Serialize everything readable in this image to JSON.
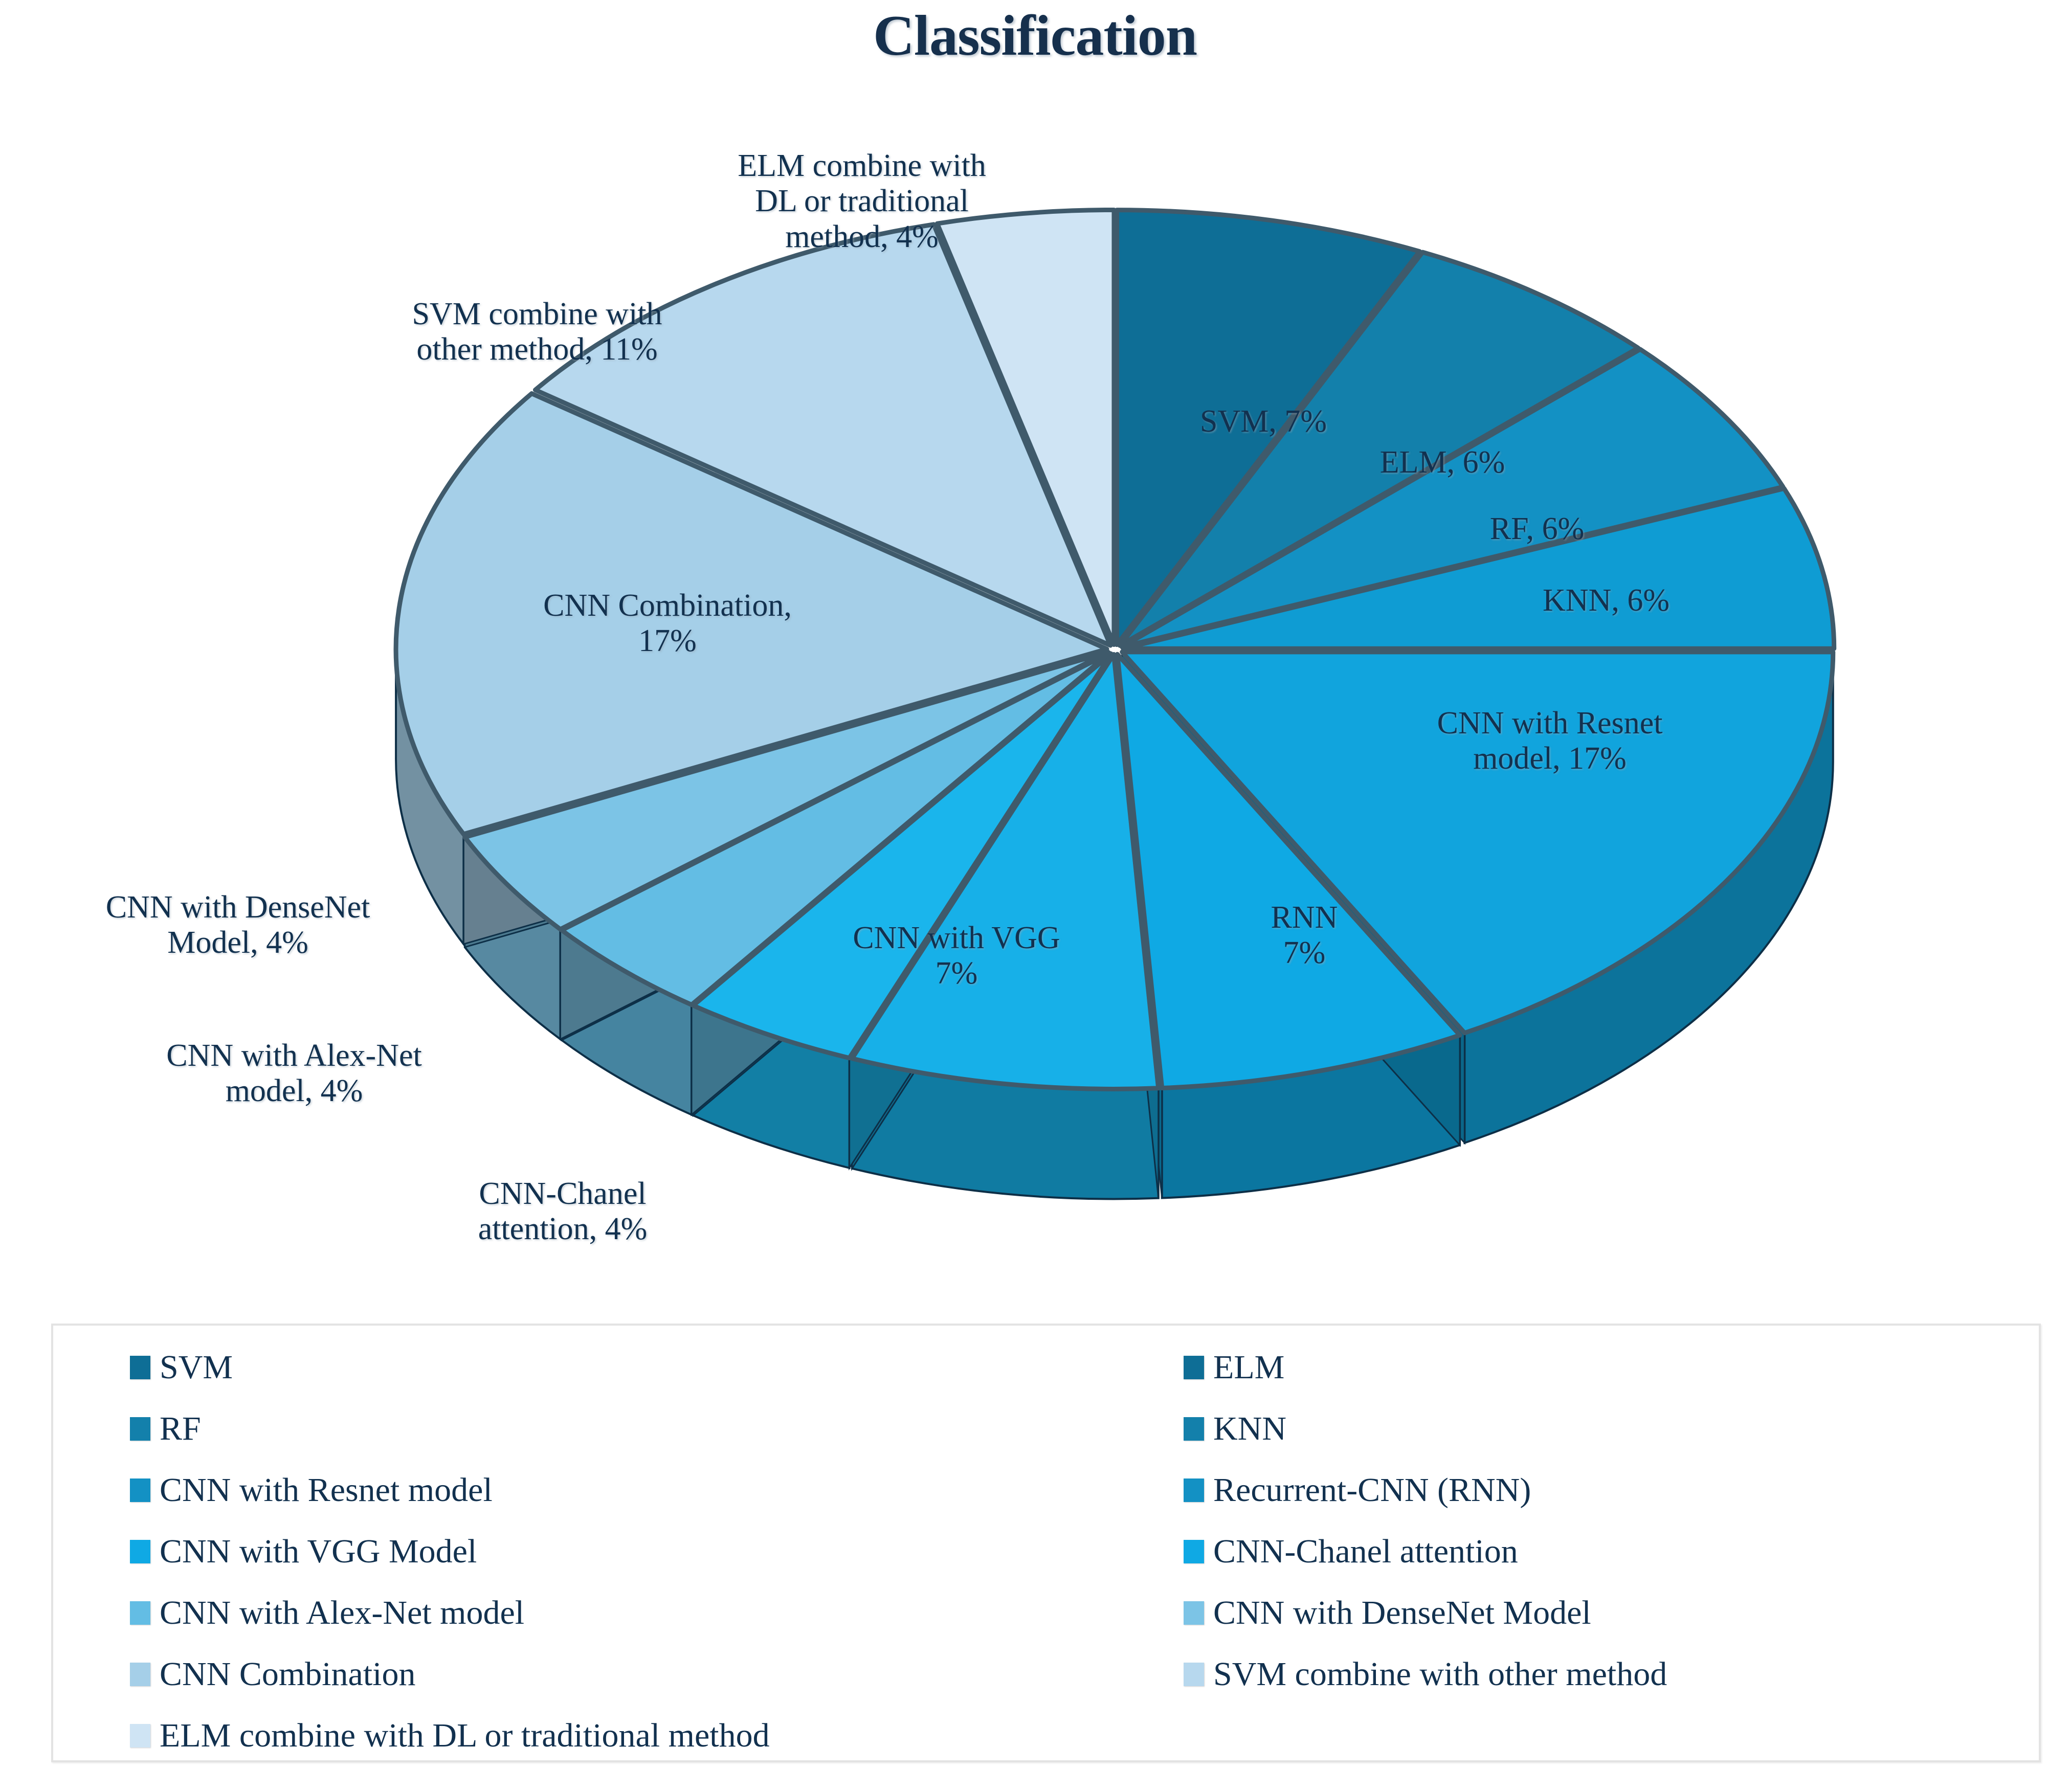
{
  "title": "Classification",
  "chart_data": {
    "type": "pie",
    "title": "Classification",
    "xlabel": "",
    "ylabel": "",
    "legend_position": "bottom",
    "grid": false,
    "unit": "%",
    "categories": [
      "SVM",
      "ELM",
      "RF",
      "KNN",
      "CNN with Resnet model",
      "Recurrent-CNN (RNN)",
      "CNN with VGG Model",
      "CNN-Chanel attention",
      "CNN with Alex-Net model",
      "CNN with DenseNet Model",
      "CNN Combination",
      "SVM combine with other method",
      "ELM combine with DL or traditional method"
    ],
    "values": [
      7,
      6,
      6,
      6,
      17,
      7,
      7,
      4,
      4,
      4,
      17,
      11,
      4
    ],
    "colors": [
      "#0e6e96",
      "#1380ab",
      "#1391c4",
      "#0f9cd3",
      "#11a4dd",
      "#0fa9e4",
      "#17b0e8",
      "#1ab5ec",
      "#63bde4",
      "#7cc4e6",
      "#a5cfe8",
      "#b7d8ee",
      "#cfe4f4"
    ],
    "data_labels": [
      {
        "key": "svm",
        "text": "SVM, 7%"
      },
      {
        "key": "elm",
        "text": "ELM, 6%"
      },
      {
        "key": "rf",
        "text": "RF, 6%"
      },
      {
        "key": "knn",
        "text": "KNN, 6%"
      },
      {
        "key": "cnn_resnet",
        "text": "CNN with Resnet\nmodel, 17%"
      },
      {
        "key": "rnn",
        "text": "RNN\n7%"
      },
      {
        "key": "cnn_vgg",
        "text": "CNN with VGG\n7%"
      },
      {
        "key": "cnn_chanel",
        "text": "CNN-Chanel\nattention, 4%"
      },
      {
        "key": "cnn_alexnet",
        "text": "CNN with Alex-Net\nmodel, 4%"
      },
      {
        "key": "cnn_densenet",
        "text": "CNN with DenseNet\nModel, 4%"
      },
      {
        "key": "cnn_combination",
        "text": "CNN Combination,\n17%"
      },
      {
        "key": "svm_combine",
        "text": "SVM combine with\nother method, 11%"
      },
      {
        "key": "elm_combine",
        "text": "ELM combine with\nDL or traditional\nmethod, 4%"
      }
    ]
  },
  "legend": {
    "items": [
      {
        "label": "SVM",
        "color": "#0e6e96"
      },
      {
        "label": "ELM",
        "color": "#0e6e96"
      },
      {
        "label": "RF",
        "color": "#1380ab"
      },
      {
        "label": "KNN",
        "color": "#1380ab"
      },
      {
        "label": "CNN with Resnet model",
        "color": "#1391c4"
      },
      {
        "label": "Recurrent-CNN (RNN)",
        "color": "#1391c4"
      },
      {
        "label": "CNN with VGG Model",
        "color": "#0fa9e4"
      },
      {
        "label": "CNN-Chanel attention",
        "color": "#0fa9e4"
      },
      {
        "label": "CNN with Alex-Net model",
        "color": "#63bde4"
      },
      {
        "label": "CNN with DenseNet Model",
        "color": "#7cc4e6"
      },
      {
        "label": "CNN Combination",
        "color": "#a5cfe8"
      },
      {
        "label": "SVM combine with other method",
        "color": "#b7d8ee"
      },
      {
        "label": "ELM combine with DL or traditional method",
        "color": "#cfe4f4"
      }
    ]
  }
}
